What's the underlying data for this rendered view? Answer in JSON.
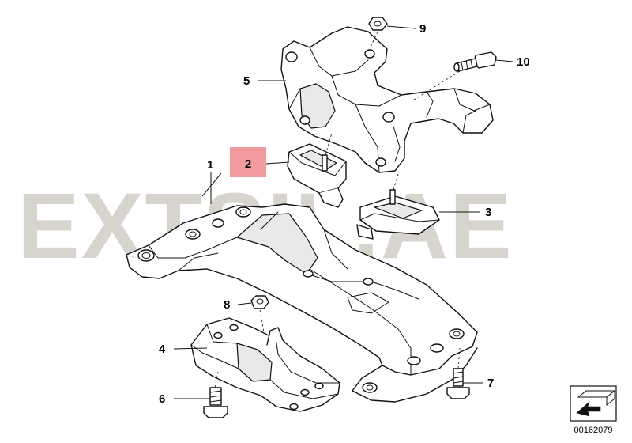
{
  "watermark": {
    "text": "EXTSIL.AE",
    "color": "#d7d3cd"
  },
  "highlight_color": "#f29b9e",
  "callouts": [
    {
      "id": "1",
      "label": "1"
    },
    {
      "id": "2",
      "label": "2",
      "highlighted": true
    },
    {
      "id": "3",
      "label": "3"
    },
    {
      "id": "4",
      "label": "4"
    },
    {
      "id": "5",
      "label": "5"
    },
    {
      "id": "6",
      "label": "6"
    },
    {
      "id": "7",
      "label": "7"
    },
    {
      "id": "8",
      "label": "8"
    },
    {
      "id": "9",
      "label": "9"
    },
    {
      "id": "10",
      "label": "10"
    }
  ],
  "reference_icon": "arrow-reference-icon",
  "reference_number": "00162079"
}
